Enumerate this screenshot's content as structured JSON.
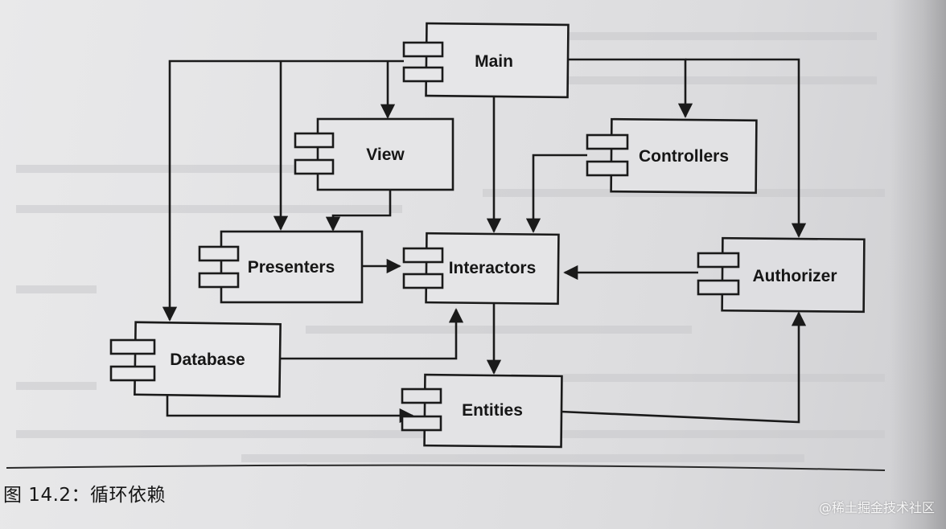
{
  "diagram": {
    "components": {
      "main": "Main",
      "view": "View",
      "controllers": "Controllers",
      "presenters": "Presenters",
      "interactors": "Interactors",
      "authorizer": "Authorizer",
      "database": "Database",
      "entities": "Entities"
    }
  },
  "caption": "图 14.2：循环依赖",
  "watermark": "@稀土掘金技术社区"
}
